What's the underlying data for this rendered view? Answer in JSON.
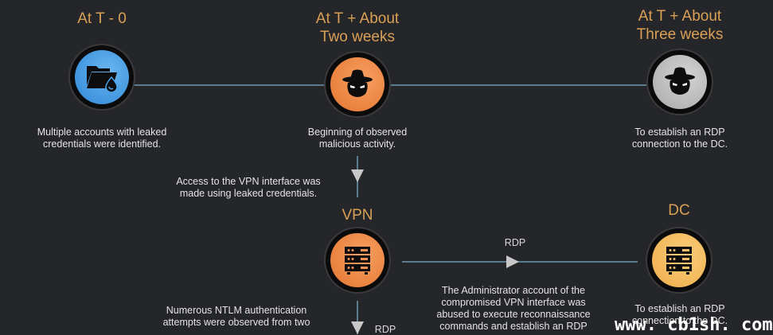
{
  "timeline": {
    "stages": [
      {
        "title_line1": "At T - 0",
        "title_line2": "",
        "icon": "leaked-folder-icon",
        "desc_line1": "Multiple accounts with leaked",
        "desc_line2": "credentials were identified."
      },
      {
        "title_line1": "At T + About",
        "title_line2": "Two weeks",
        "icon": "hacker-icon",
        "desc_line1": "Beginning of observed",
        "desc_line2": "malicious activity."
      },
      {
        "title_line1": "At T + About",
        "title_line2": "Three weeks",
        "icon": "hacker-icon",
        "desc_line1": "To establish an RDP",
        "desc_line2": "connection to the DC."
      }
    ]
  },
  "flow": {
    "vpn_access_desc_line1": "Access to the VPN interface was",
    "vpn_access_desc_line2": "made using leaked credentials.",
    "vpn_title": "VPN",
    "dc_title": "DC",
    "rdp_label_horizontal": "RDP",
    "rdp_label_vertical": "RDP",
    "admin_desc_line1": "The Administrator account of the",
    "admin_desc_line2": "compromised VPN interface was",
    "admin_desc_line3": "abused to execute reconnaissance",
    "admin_desc_line4": "commands and establish an RDP",
    "dc_desc_line1": "To establish an RDP",
    "dc_desc_line2": "connection to the DC.",
    "ntlm_desc_line1": "Numerous NTLM authentication",
    "ntlm_desc_line2": "attempts were observed from two"
  },
  "colors": {
    "background": "#25262a",
    "title": "#d9a055",
    "connector": "#5b7a8c",
    "blue": "#2e86d6",
    "orange": "#e5742f",
    "gray": "#a8a8a8",
    "gold": "#f0ac48"
  },
  "watermark": "www. cb1sh. com"
}
